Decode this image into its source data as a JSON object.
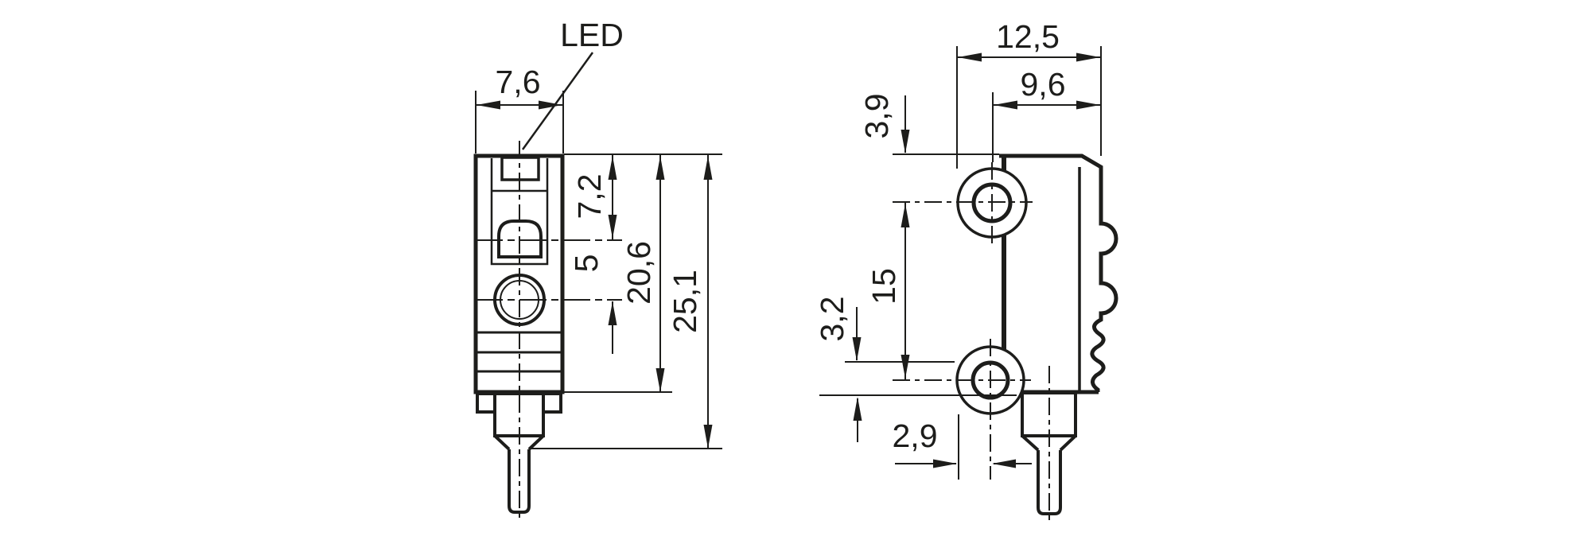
{
  "drawing": {
    "type": "sensor-dimensional-drawing",
    "units_style": "comma-decimal-millimetres",
    "colors": {
      "line": "#1d1d1b",
      "background": "#ffffff"
    },
    "front_view": {
      "labels": {
        "led": "LED",
        "overall_width": "7,6",
        "top_to_receiver_axis": "7,2",
        "receiver_to_lens_axis": "5",
        "body_height": "20,6",
        "overall_height": "25,1"
      }
    },
    "side_view": {
      "labels": {
        "overall_depth": "12,5",
        "body_depth": "9,6",
        "top_to_upper_hole": "3,9",
        "mounting_hole_spacing": "15",
        "lower_hole_to_bottom": "3,2",
        "hole_center_offset": "2,9"
      }
    }
  }
}
